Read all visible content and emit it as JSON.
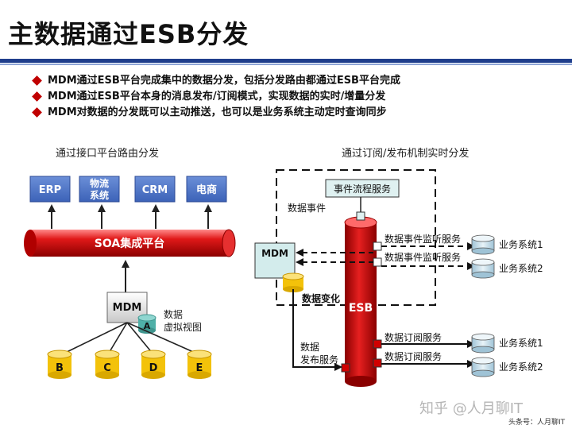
{
  "title": "主数据通过ESB分发",
  "bullets": [
    "MDM通过ESB平台完成集中的数据分发，包括分发路由都通过ESB平台完成",
    "MDM通过ESB平台本身的消息发布/订阅模式，实现数据的实时/增量分发",
    "MDM对数据的分发既可以主动推送，也可以是业务系统主动定时查询同步"
  ],
  "left": {
    "caption": "通过接口平台路由分发",
    "systems": [
      "ERP",
      "物流\n系统",
      "CRM",
      "电商"
    ],
    "platform": "SOA集成平台",
    "mdm": "MDM",
    "view_label_1": "数据",
    "view_label_2": "虚拟视图",
    "view_cylinder": "A",
    "sources": [
      "B",
      "C",
      "D",
      "E"
    ]
  },
  "right": {
    "caption": "通过订阅/发布机制实时分发",
    "event_flow": "事件流程服务",
    "data_event": "数据事件",
    "mdm": "MDM",
    "data_change": "数据变化",
    "esb": "ESB",
    "publish_1": "数据",
    "publish_2": "发布服务",
    "listeners": [
      "数据事件监听服务",
      "数据事件监听服务"
    ],
    "subscriptions": [
      "数据订阅服务",
      "数据订阅服务"
    ],
    "biz_top": [
      "业务系统1",
      "业务系统2"
    ],
    "biz_bottom": [
      "业务系统1",
      "业务系统2"
    ]
  },
  "watermark": {
    "zhihu": "知乎 @人月聊IT",
    "toutiao": "头条号：人月聊IT"
  },
  "colors": {
    "blue_box": "#4a72c8",
    "soa_red": "#cc1111",
    "cylinder_yellow": "#f3c20a",
    "cylinder_teal": "#4fb0a8",
    "title_rule": "#1f3e8c"
  }
}
